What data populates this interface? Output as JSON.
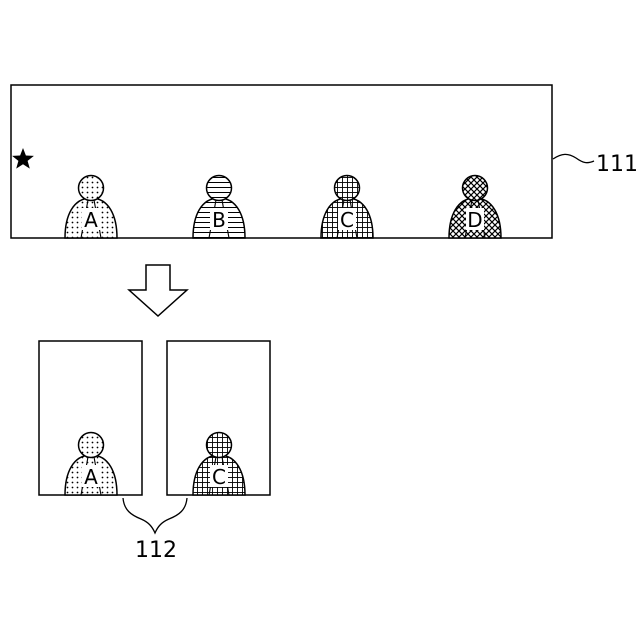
{
  "top_panel": {
    "reference": "111",
    "marker": "star-icon",
    "people": [
      {
        "label": "A",
        "pattern": "dots"
      },
      {
        "label": "B",
        "pattern": "horizontal-lines"
      },
      {
        "label": "C",
        "pattern": "grid"
      },
      {
        "label": "D",
        "pattern": "crosshatch"
      }
    ]
  },
  "transition": "down-arrow-icon",
  "bottom_panels": {
    "reference": "112",
    "panels": [
      {
        "label": "A",
        "pattern": "dots"
      },
      {
        "label": "C",
        "pattern": "grid"
      }
    ]
  }
}
